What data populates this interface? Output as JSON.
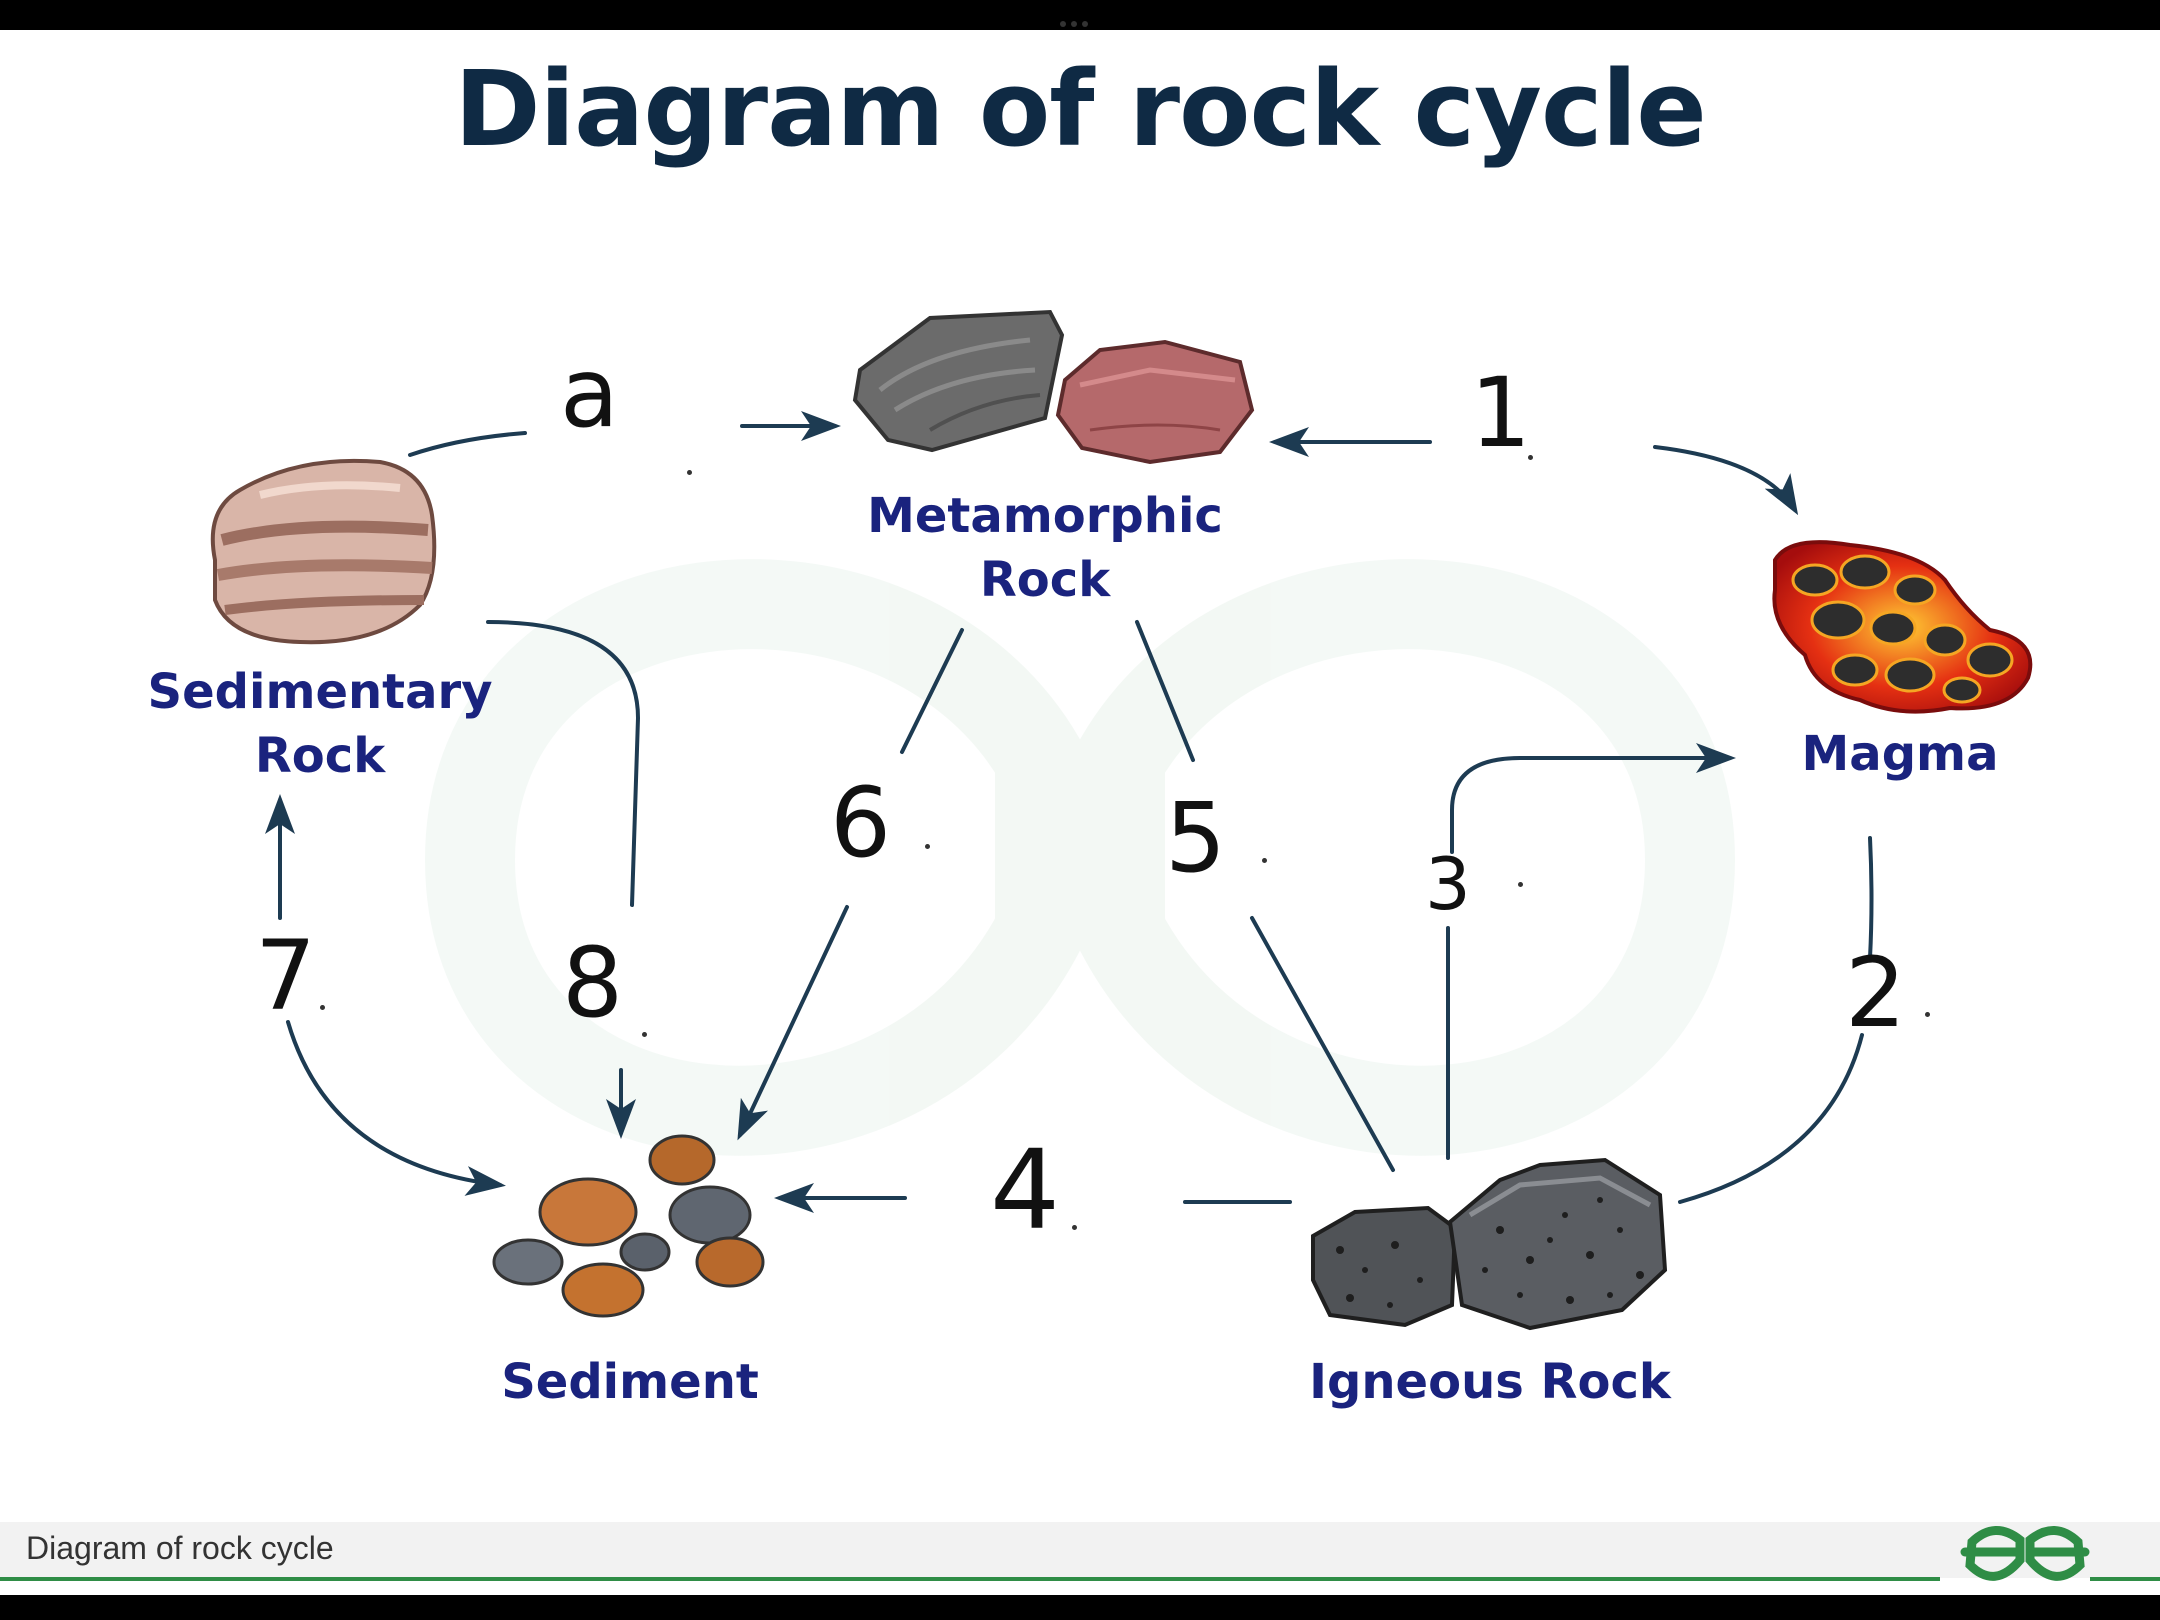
{
  "title": "Diagram of rock cycle",
  "footer": {
    "caption": "Diagram of rock cycle",
    "logo": "geeksforgeeks-logo"
  },
  "nodes": {
    "metamorphic": {
      "line1": "Metamorphic",
      "line2": "Rock"
    },
    "sedimentary": {
      "line1": "Sedimentary",
      "line2": "Rock"
    },
    "magma": {
      "label": "Magma"
    },
    "sediment": {
      "label": "Sediment"
    },
    "igneous": {
      "label": "Igneous Rock"
    }
  },
  "handwritten_labels": {
    "a": "a",
    "one": "1",
    "two": "2",
    "three": "3",
    "four": "4",
    "five": "5",
    "six": "6",
    "seven": "7",
    "eight": "8"
  },
  "colors": {
    "title": "#0f2a44",
    "node_label": "#1a237e",
    "arrow": "#1d3b52",
    "brand_green": "#2f8d46"
  }
}
